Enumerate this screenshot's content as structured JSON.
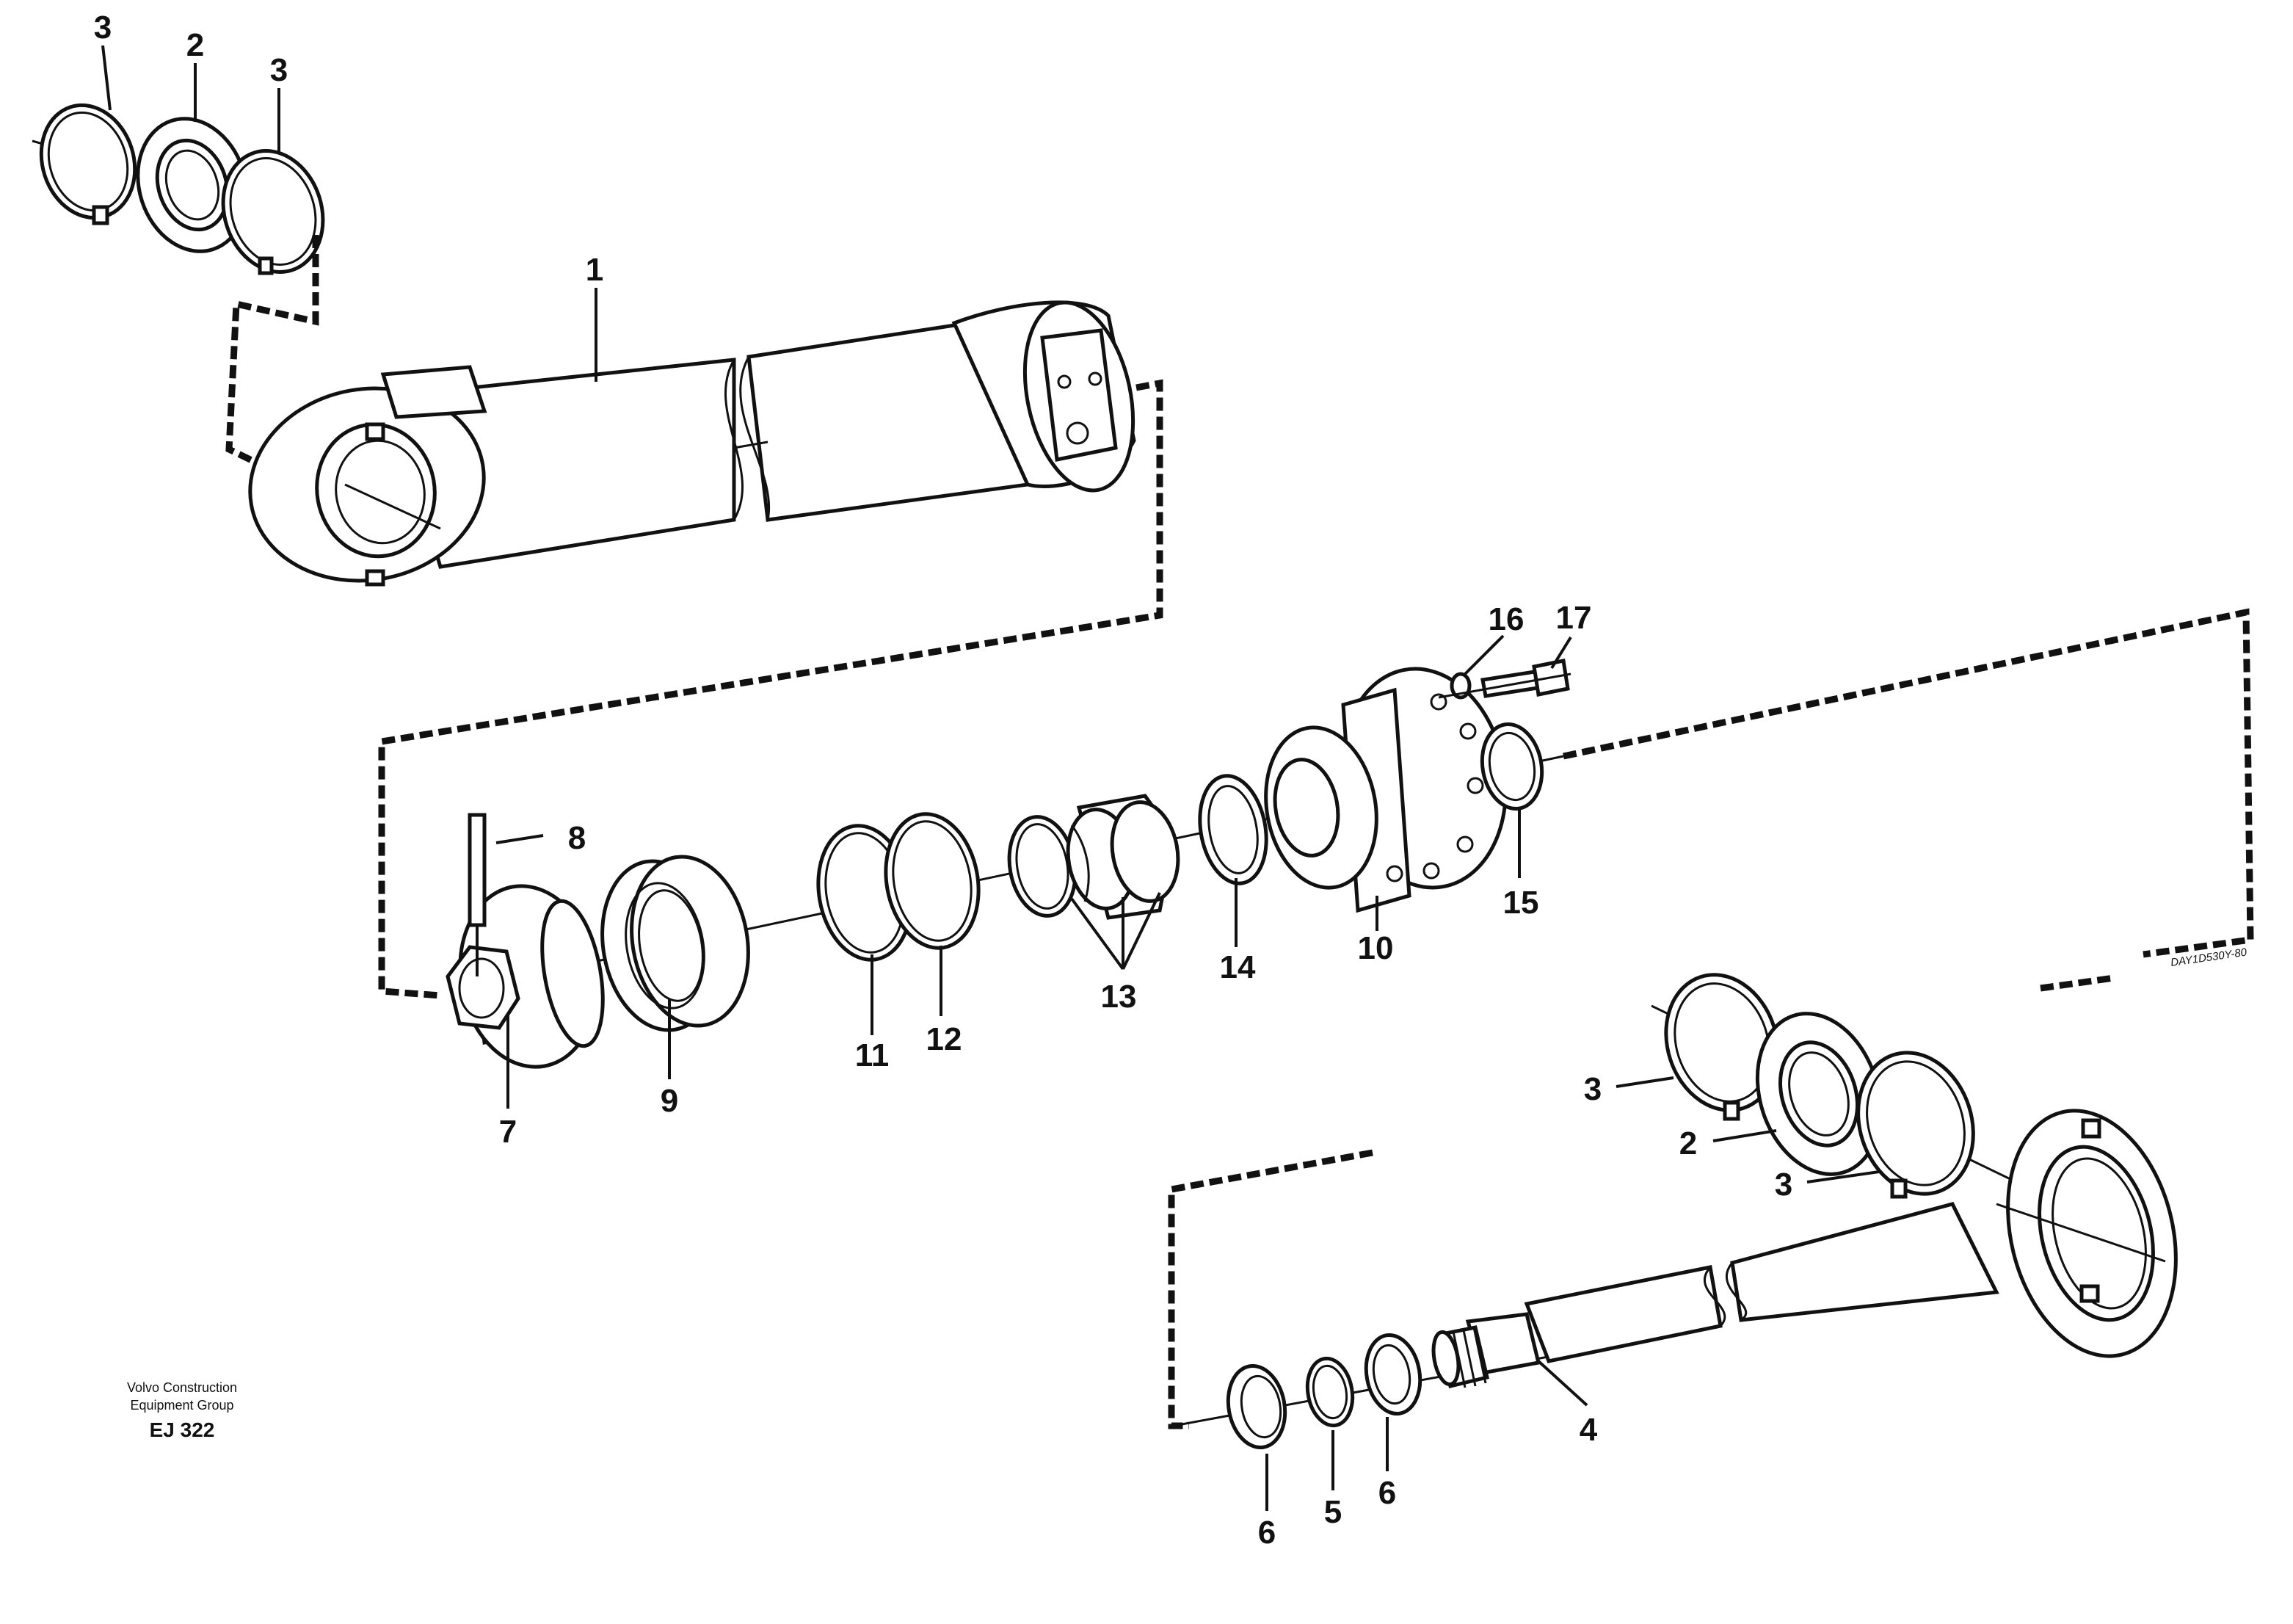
{
  "callouts": {
    "c1": "1",
    "c2a": "2",
    "c2b": "2",
    "c3a": "3",
    "c3b": "3",
    "c3c": "3",
    "c3d": "3",
    "c4": "4",
    "c5": "5",
    "c6a": "6",
    "c6b": "6",
    "c7": "7",
    "c8": "8",
    "c9": "9",
    "c10": "10",
    "c11": "11",
    "c12": "12",
    "c13": "13",
    "c14": "14",
    "c15": "15",
    "c16": "16",
    "c17": "17"
  },
  "caption": {
    "line1": "Volvo Construction",
    "line2": "Equipment Group",
    "code": "EJ 322"
  },
  "drawing_number": "DAY1D530Y-80"
}
